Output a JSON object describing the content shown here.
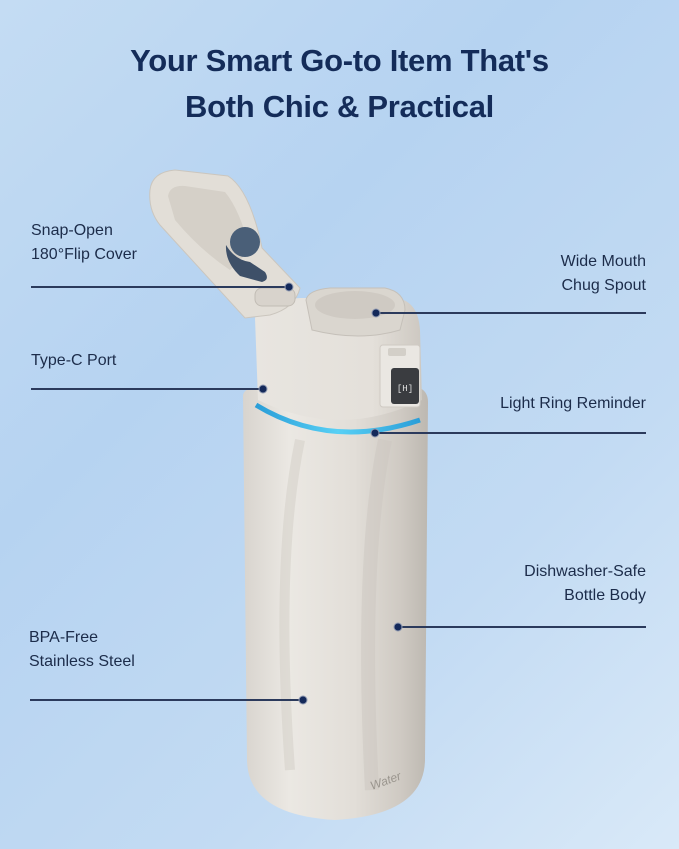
{
  "header": {
    "title_line1": "Your Smart Go-to Item That's",
    "title_line2": "Both Chic & Practical"
  },
  "callouts": [
    {
      "id": "flip-cover",
      "side": "left",
      "lines": [
        "Snap-Open",
        "180°Flip Cover"
      ]
    },
    {
      "id": "type-c",
      "side": "left",
      "lines": [
        "Type-C Port"
      ]
    },
    {
      "id": "stainless",
      "side": "left",
      "lines": [
        "BPA-Free",
        "Stainless Steel"
      ]
    },
    {
      "id": "spout",
      "side": "right",
      "lines": [
        "Wide Mouth",
        "Chug Spout"
      ]
    },
    {
      "id": "light-ring",
      "side": "right",
      "lines": [
        "Light Ring Reminder"
      ]
    },
    {
      "id": "dishwasher",
      "side": "right",
      "lines": [
        "Dishwasher-Safe",
        "Bottle Body"
      ]
    }
  ],
  "product": {
    "brand_mark": "Water",
    "display_text": "[H]",
    "colors": {
      "body": "#e4e0da",
      "lid_accent": "#4a5f78",
      "light_ring": "#3fb8e6",
      "text": "#142c59",
      "background": "#bcd6f2"
    }
  }
}
